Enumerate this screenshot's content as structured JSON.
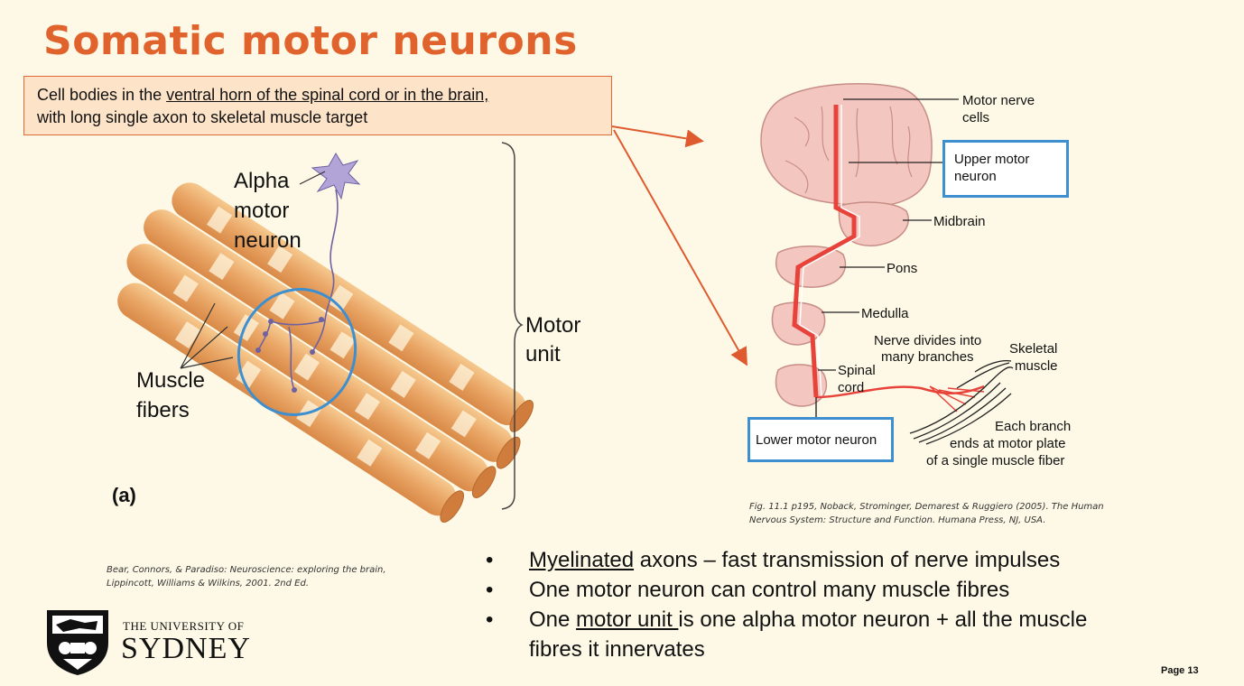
{
  "title": "Somatic motor neurons",
  "callout": {
    "prefix": "Cell bodies in the ",
    "underlined": "ventral horn of the spinal cord or in the brain,",
    "line2": "with long single axon to skeletal muscle target"
  },
  "left_figure": {
    "alpha_1": "Alpha",
    "alpha_2": "motor",
    "alpha_3": "neuron",
    "muscle_1": "Muscle",
    "muscle_2": "fibers",
    "unit_1": "Motor",
    "unit_2": "unit",
    "panel": "(a)",
    "cite_1": "Bear, Connors, & Paradiso: Neuroscience: exploring the brain,",
    "cite_2": "Lippincott, Williams & Wilkins, 2001. 2nd Ed."
  },
  "right_figure": {
    "motor_cells_1": "Motor nerve",
    "motor_cells_2": "cells",
    "upper_1": "Upper motor",
    "upper_2": "neuron",
    "midbrain": "Midbrain",
    "pons": "Pons",
    "medulla": "Medulla",
    "spinal_1": "Spinal",
    "spinal_2": "cord",
    "nerve_1": "Nerve divides into",
    "nerve_2": "many branches",
    "skeletal_1": "Skeletal",
    "skeletal_2": "muscle",
    "lower": "Lower motor neuron",
    "branch_1": "Each branch",
    "branch_2": "ends at motor plate",
    "branch_3": "of a single muscle fiber",
    "cite_1": "Fig. 11.1 p195, Noback, Strominger, Demarest & Ruggiero (2005). The Human",
    "cite_2": "Nervous System: Structure and Function. Humana Press, NJ, USA."
  },
  "bullets": {
    "b1_u": "Myelinated",
    "b1_rest": " axons – fast transmission of nerve impulses",
    "b2": "One motor neuron can control many muscle fibres",
    "b3_pre": "One ",
    "b3_u": "motor unit ",
    "b3_rest": "is one alpha motor neuron + all the muscle",
    "b3_line2": "fibres it innervates"
  },
  "footer": {
    "uni_line": "THE UNIVERSITY OF",
    "syd_line": "SYDNEY",
    "page": "Page 13"
  },
  "colors": {
    "title": "#e0622d",
    "callout_bg": "#fde3c8",
    "arrow": "#e05a30",
    "box_border": "#3d8fcf",
    "muscle": "#e9a565",
    "brain": "#f3c6c0",
    "tract": "#e8433a"
  }
}
